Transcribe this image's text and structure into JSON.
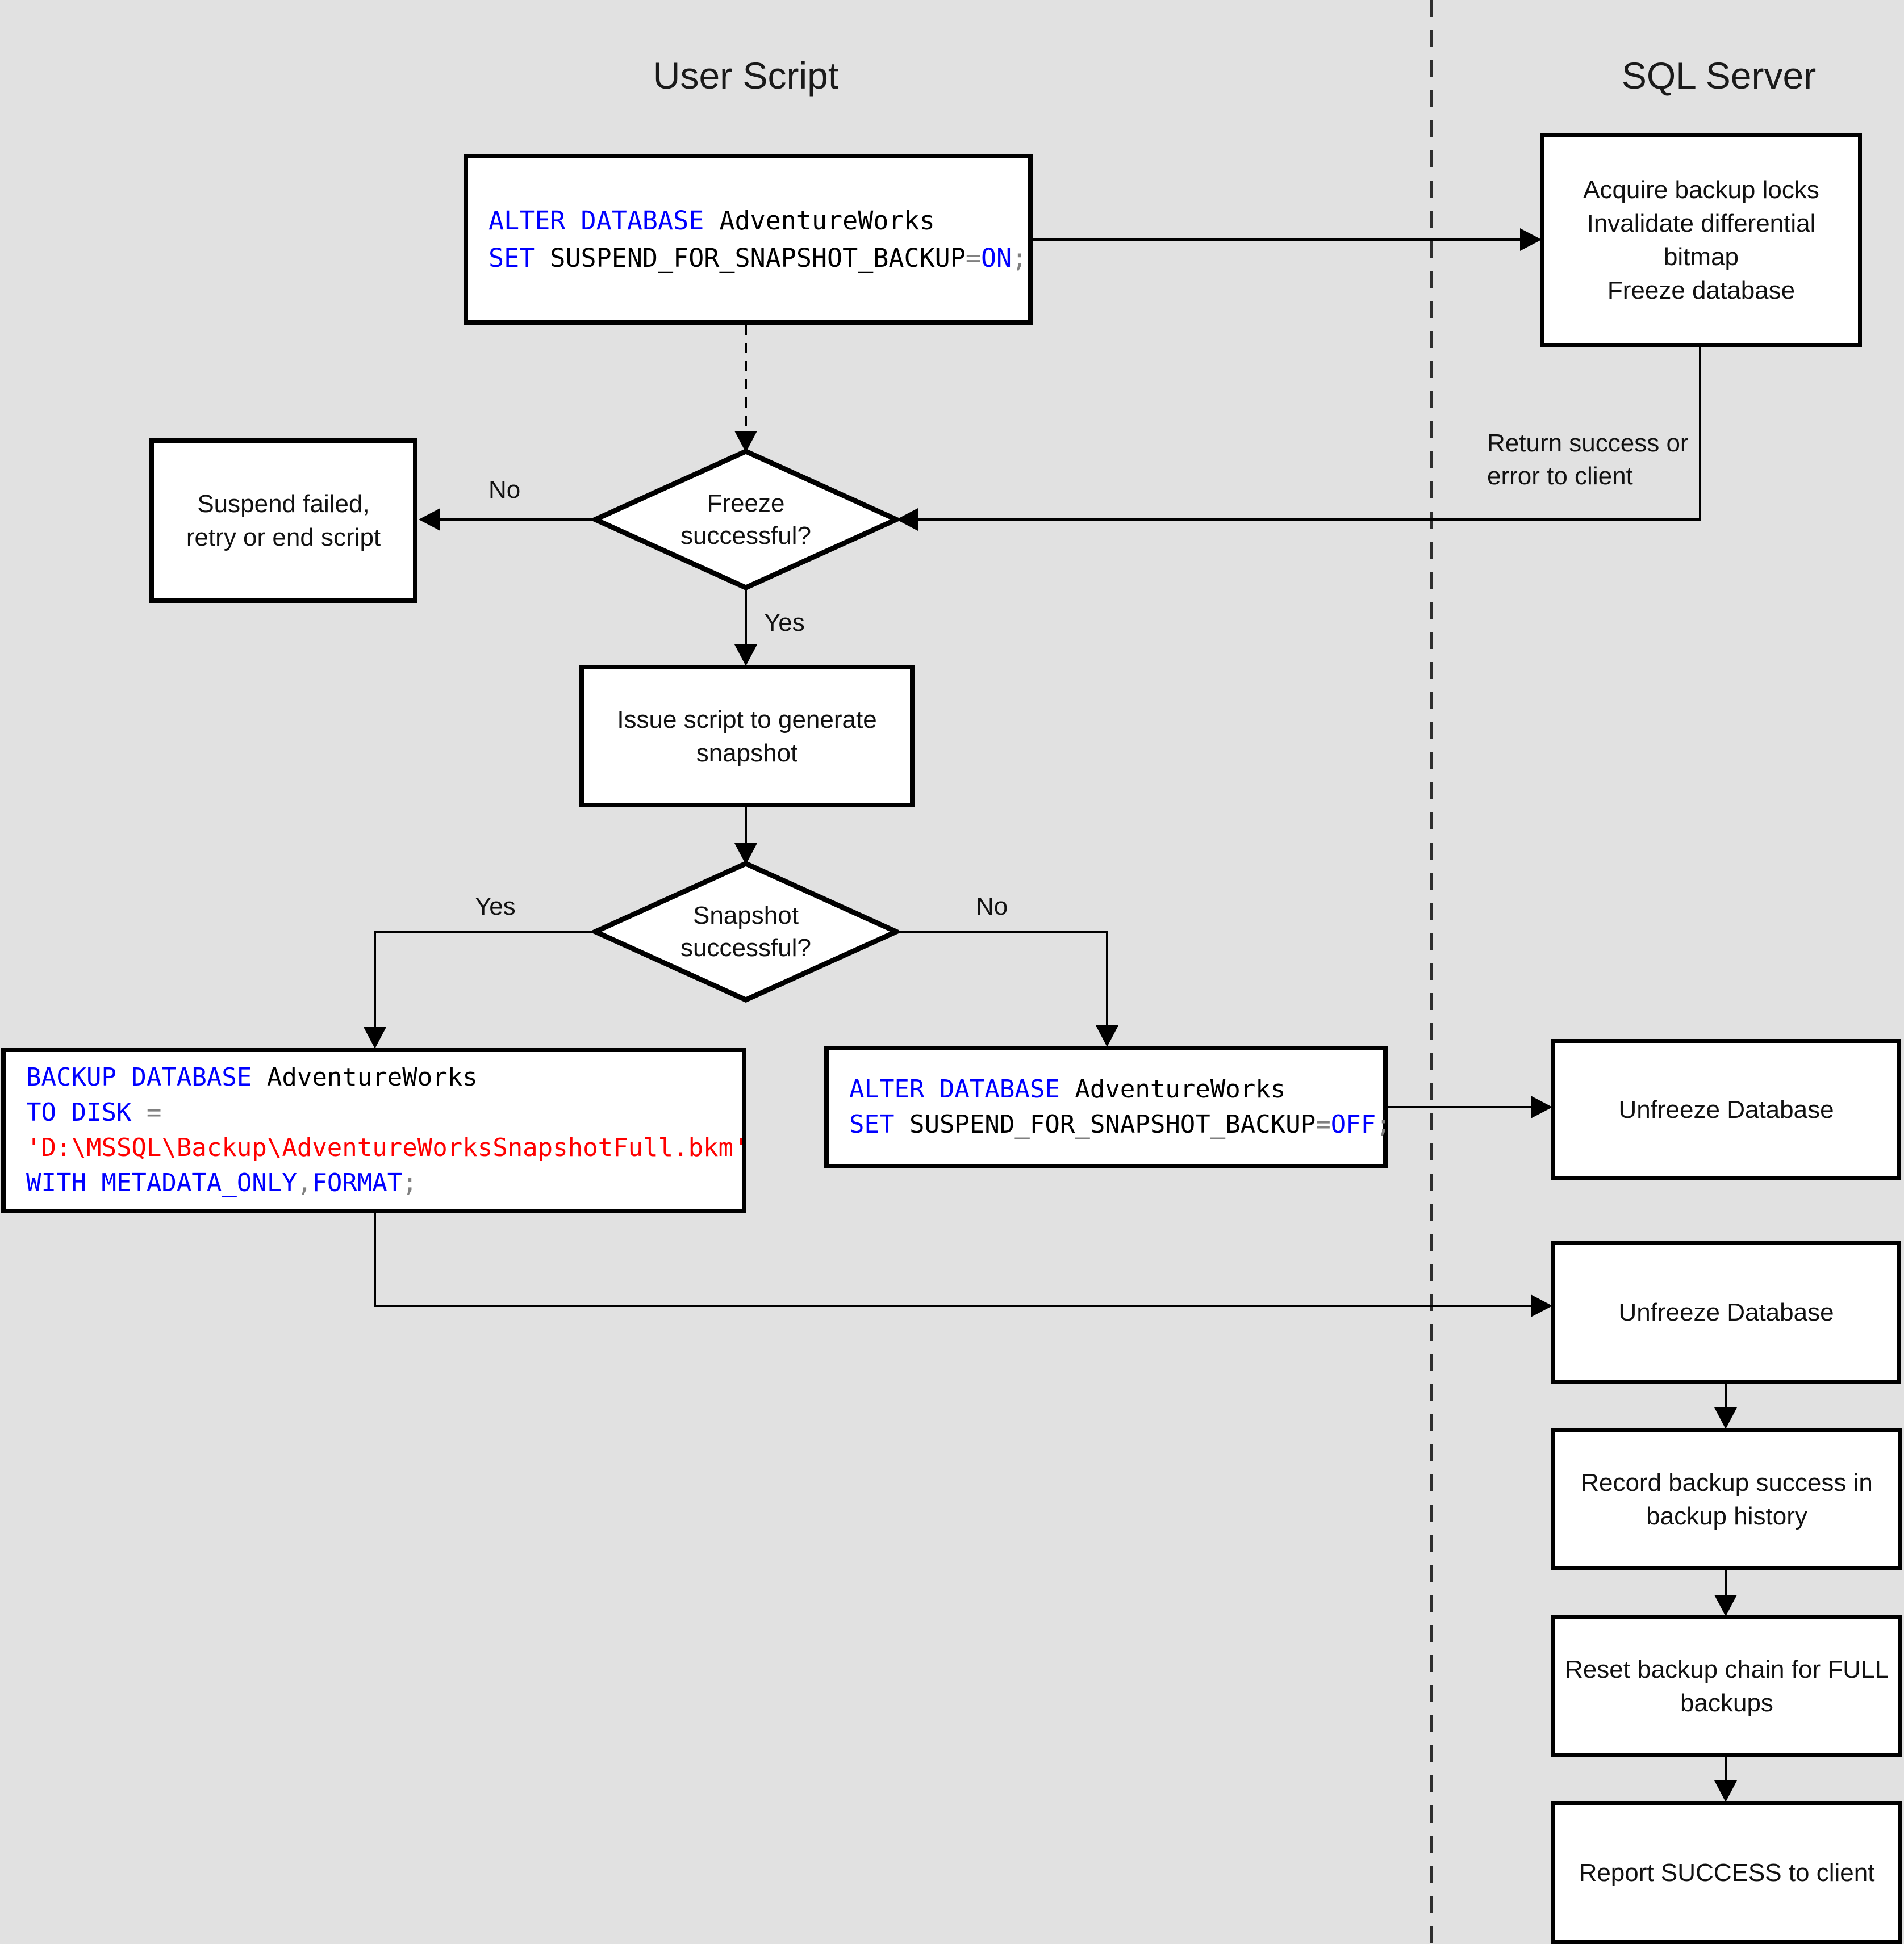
{
  "titles": {
    "left": "User Script",
    "right": "SQL Server"
  },
  "colors": {
    "background": "#E1E1E1",
    "box_fill": "#FFFFFF",
    "box_border": "#000000",
    "keyword": "#0000FF",
    "identifier": "#000000",
    "operator": "#808080",
    "string": "#FF0000"
  },
  "code_boxes": {
    "suspend_on": {
      "l1": {
        "k": "ALTER DATABASE",
        "i": " AdventureWorks"
      },
      "l2": {
        "k": "SET",
        "i": " SUSPEND_FOR_SNAPSHOT_BACKUP",
        "o": "=",
        "k2": "ON",
        "o2": ";"
      }
    },
    "backup": {
      "l1": {
        "k": "BACKUP DATABASE",
        "i": " AdventureWorks"
      },
      "l2": {
        "k": "TO DISK",
        "o": " ="
      },
      "l3": {
        "s": "'D:\\MSSQL\\Backup\\AdventureWorksSnapshotFull.bkm'"
      },
      "l4": {
        "k": "WITH METADATA_ONLY",
        "o": ",",
        "k2": "FORMAT",
        "o2": ";"
      }
    },
    "suspend_off": {
      "l1": {
        "k": "ALTER DATABASE",
        "i": " AdventureWorks"
      },
      "l2": {
        "k": "SET",
        "i": " SUSPEND_FOR_SNAPSHOT_BACKUP",
        "o": "=",
        "k2": "OFF",
        "o2": ";"
      }
    }
  },
  "process_boxes": {
    "acquire": {
      "lines": [
        "Acquire backup locks",
        "Invalidate differential",
        "bitmap",
        "Freeze database"
      ]
    },
    "suspend_failed": {
      "lines": [
        "Suspend failed,",
        "retry or end script"
      ]
    },
    "issue_script": {
      "lines": [
        "Issue script to generate",
        "snapshot"
      ]
    },
    "unfreeze_1": {
      "label": "Unfreeze Database"
    },
    "unfreeze_2": {
      "label": "Unfreeze Database"
    },
    "record_history": {
      "lines": [
        "Record backup success in",
        "backup history"
      ]
    },
    "reset_chain": {
      "lines": [
        "Reset backup chain for FULL",
        "backups"
      ]
    },
    "report_success": {
      "label": "Report SUCCESS to client"
    }
  },
  "decisions": {
    "freeze": {
      "lines": [
        "Freeze",
        "successful?"
      ]
    },
    "snapshot": {
      "lines": [
        "Snapshot",
        "successful?"
      ]
    }
  },
  "edge_labels": {
    "freeze_no": "No",
    "freeze_yes": "Yes",
    "snapshot_yes": "Yes",
    "snapshot_no": "No",
    "return_note": [
      "Return success or",
      "error to client"
    ]
  }
}
